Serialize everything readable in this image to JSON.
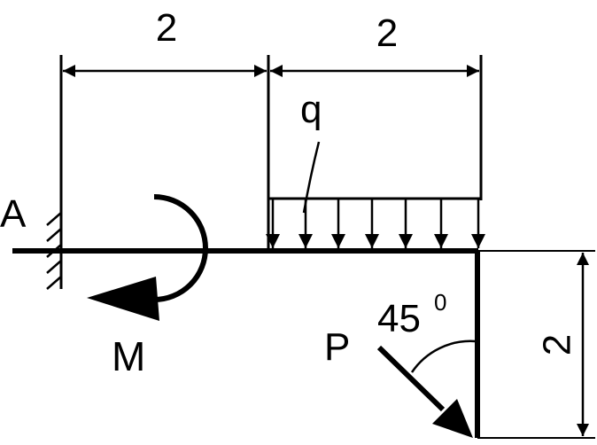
{
  "labels": {
    "dim_top_left": "2",
    "dim_top_right": "2",
    "dim_vertical": "2",
    "support_a": "A",
    "moment_m": "M",
    "load_q": "q",
    "force_p": "P",
    "angle_value": "45",
    "angle_degree": "0"
  },
  "colors": {
    "stroke": "#000000",
    "background": "#ffffff"
  }
}
